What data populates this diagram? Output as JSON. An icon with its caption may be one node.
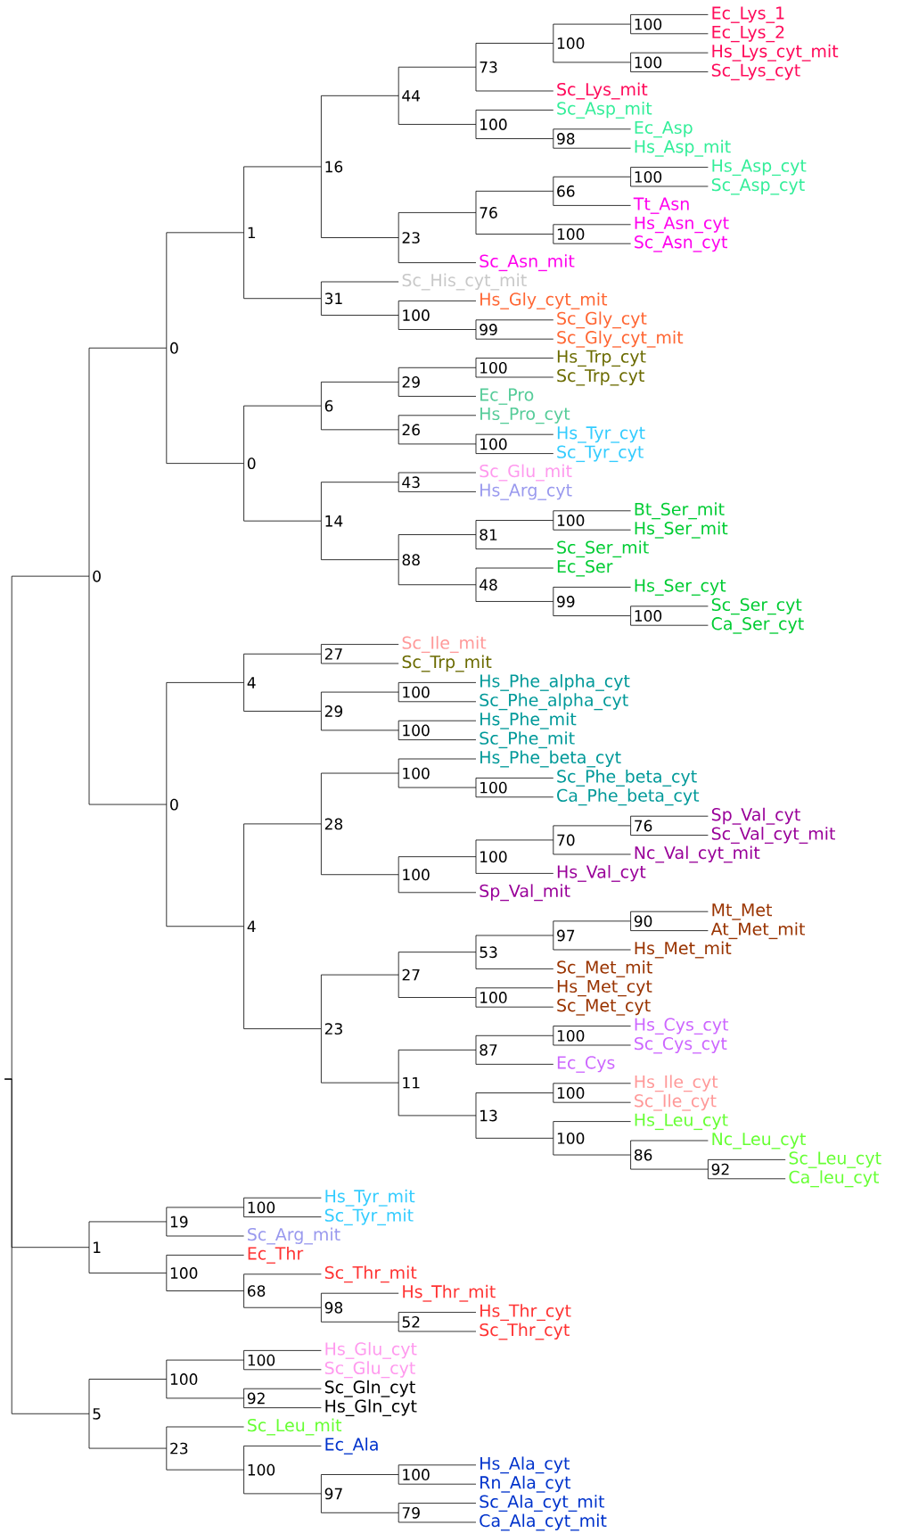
{
  "diagram": {
    "nodes": [
      {
        "text": [
          "0"
        ]
      },
      {
        "text": [
          "0"
        ]
      },
      {
        "text": [
          "1"
        ]
      },
      {
        "text": [
          "16"
        ]
      },
      {
        "text": [
          "44"
        ]
      },
      {
        "text": [
          "73"
        ]
      },
      {
        "text": [
          "100"
        ]
      },
      {
        "text": [
          "100"
        ]
      },
      {
        "text": [
          "Ec_Lys_1"
        ]
      },
      {
        "text": [
          "Ec_Lys_2"
        ]
      },
      {
        "text": [
          "100"
        ]
      },
      {
        "text": [
          "Hs_Lys_cyt_mit"
        ]
      },
      {
        "text": [
          "Sc_Lys_cyt"
        ]
      },
      {
        "text": [
          "Sc_Lys_mit"
        ]
      },
      {
        "text": [
          "100"
        ]
      },
      {
        "text": [
          "Sc_Asp_mit"
        ]
      },
      {
        "text": [
          "98"
        ]
      },
      {
        "text": [
          "Ec_Asp"
        ]
      },
      {
        "text": [
          "Hs_Asp_mit"
        ]
      },
      {
        "text": [
          "23"
        ]
      },
      {
        "text": [
          "76"
        ]
      },
      {
        "text": [
          "66"
        ]
      },
      {
        "text": [
          "100"
        ]
      },
      {
        "text": [
          "Hs_Asp_cyt"
        ]
      },
      {
        "text": [
          "Sc_Asp_cyt"
        ]
      },
      {
        "text": [
          "Tt_Asn"
        ]
      },
      {
        "text": [
          "100"
        ]
      },
      {
        "text": [
          "Hs_Asn_cyt"
        ]
      },
      {
        "text": [
          "Sc_Asn_cyt"
        ]
      },
      {
        "text": [
          "Sc_Asn_mit"
        ]
      },
      {
        "text": [
          "31"
        ]
      },
      {
        "text": [
          "Sc_His_cyt_mit"
        ]
      },
      {
        "text": [
          "100"
        ]
      },
      {
        "text": [
          "Hs_Gly_cyt_mit"
        ]
      },
      {
        "text": [
          "99"
        ]
      },
      {
        "text": [
          "Sc_Gly_cyt"
        ]
      },
      {
        "text": [
          "Sc_Gly_cyt_mit"
        ]
      },
      {
        "text": [
          "0"
        ]
      },
      {
        "text": [
          "6"
        ]
      },
      {
        "text": [
          "29"
        ]
      },
      {
        "text": [
          "100"
        ]
      },
      {
        "text": [
          "Hs_Trp_cyt"
        ]
      },
      {
        "text": [
          "Sc_Trp_cyt"
        ]
      },
      {
        "text": [
          "Ec_Pro"
        ]
      },
      {
        "text": [
          "26"
        ]
      },
      {
        "text": [
          "Hs_Pro_cyt"
        ]
      },
      {
        "text": [
          "100"
        ]
      },
      {
        "text": [
          "Hs_Tyr_cyt"
        ]
      },
      {
        "text": [
          "Sc_Tyr_cyt"
        ]
      },
      {
        "text": [
          "14"
        ]
      },
      {
        "text": [
          "43"
        ]
      },
      {
        "text": [
          "Sc_Glu_mit"
        ]
      },
      {
        "text": [
          "Hs_Arg_cyt"
        ]
      },
      {
        "text": [
          "88"
        ]
      },
      {
        "text": [
          "81"
        ]
      },
      {
        "text": [
          "100"
        ]
      },
      {
        "text": [
          "Bt_Ser_mit"
        ]
      },
      {
        "text": [
          "Hs_Ser_mit"
        ]
      },
      {
        "text": [
          "Sc_Ser_mit"
        ]
      },
      {
        "text": [
          "48"
        ]
      },
      {
        "text": [
          "Ec_Ser"
        ]
      },
      {
        "text": [
          "99"
        ]
      },
      {
        "text": [
          "Hs_Ser_cyt"
        ]
      },
      {
        "text": [
          "100"
        ]
      },
      {
        "text": [
          "Sc_Ser_cyt"
        ]
      },
      {
        "text": [
          "Ca_Ser_cyt"
        ]
      },
      {
        "text": [
          "0"
        ]
      },
      {
        "text": [
          "4"
        ]
      },
      {
        "text": [
          "27"
        ]
      },
      {
        "text": [
          "Sc_Ile_mit"
        ]
      },
      {
        "text": [
          "Sc_Trp_mit"
        ]
      },
      {
        "text": [
          "29"
        ]
      },
      {
        "text": [
          "100"
        ]
      },
      {
        "text": [
          "Hs_Phe_alpha_cyt"
        ]
      },
      {
        "text": [
          "Sc_Phe_alpha_cyt"
        ]
      },
      {
        "text": [
          "100"
        ]
      },
      {
        "text": [
          "Hs_Phe_mit"
        ]
      },
      {
        "text": [
          "Sc_Phe_mit"
        ]
      },
      {
        "text": [
          "4"
        ]
      },
      {
        "text": [
          "28"
        ]
      },
      {
        "text": [
          "100"
        ]
      },
      {
        "text": [
          "Hs_Phe_beta_cyt"
        ]
      },
      {
        "text": [
          "100"
        ]
      },
      {
        "text": [
          "Sc_Phe_beta_cyt"
        ]
      },
      {
        "text": [
          "Ca_Phe_beta_cyt"
        ]
      },
      {
        "text": [
          "100"
        ]
      },
      {
        "text": [
          "100"
        ]
      },
      {
        "text": [
          "70"
        ]
      },
      {
        "text": [
          "76"
        ]
      },
      {
        "text": [
          "Sp_Val_cyt"
        ]
      },
      {
        "text": [
          "Sc_Val_cyt_mit"
        ]
      },
      {
        "text": [
          "Nc_Val_cyt_mit"
        ]
      },
      {
        "text": [
          "Hs_Val_cyt"
        ]
      },
      {
        "text": [
          "Sp_Val_mit"
        ]
      },
      {
        "text": [
          "23"
        ]
      },
      {
        "text": [
          "27"
        ]
      },
      {
        "text": [
          "53"
        ]
      },
      {
        "text": [
          "97"
        ]
      },
      {
        "text": [
          "90"
        ]
      },
      {
        "text": [
          "Mt_Met"
        ]
      },
      {
        "text": [
          "At_Met_mit"
        ]
      },
      {
        "text": [
          "Hs_Met_mit"
        ]
      },
      {
        "text": [
          "Sc_Met_mit"
        ]
      },
      {
        "text": [
          "100"
        ]
      },
      {
        "text": [
          "Hs_Met_cyt"
        ]
      },
      {
        "text": [
          "Sc_Met_cyt"
        ]
      },
      {
        "text": [
          "11"
        ]
      },
      {
        "text": [
          "87"
        ]
      },
      {
        "text": [
          "100"
        ]
      },
      {
        "text": [
          "Hs_Cys_cyt"
        ]
      },
      {
        "text": [
          "Sc_Cys_cyt"
        ]
      },
      {
        "text": [
          "Ec_Cys"
        ]
      },
      {
        "text": [
          "13"
        ]
      },
      {
        "text": [
          "100"
        ]
      },
      {
        "text": [
          "Hs_Ile_cyt"
        ]
      },
      {
        "text": [
          "Sc_Ile_cyt"
        ]
      },
      {
        "text": [
          "100"
        ]
      },
      {
        "text": [
          "Hs_Leu_cyt"
        ]
      },
      {
        "text": [
          "86"
        ]
      },
      {
        "text": [
          "Nc_Leu_cyt"
        ]
      },
      {
        "text": [
          "92"
        ]
      },
      {
        "text": [
          "Sc_Leu_cyt"
        ]
      },
      {
        "text": [
          "Ca_leu_cyt"
        ]
      },
      {
        "text": [
          "1"
        ]
      },
      {
        "text": [
          "19"
        ]
      },
      {
        "text": [
          "100"
        ]
      },
      {
        "text": [
          "Hs_Tyr_mit"
        ]
      },
      {
        "text": [
          "Sc_Tyr_mit"
        ]
      },
      {
        "text": [
          "Sc_Arg_mit"
        ]
      },
      {
        "text": [
          "100"
        ]
      },
      {
        "text": [
          "Ec_Thr"
        ]
      },
      {
        "text": [
          "68"
        ]
      },
      {
        "text": [
          "Sc_Thr_mit"
        ]
      },
      {
        "text": [
          "98"
        ]
      },
      {
        "text": [
          "Hs_Thr_mit"
        ]
      },
      {
        "text": [
          "52"
        ]
      },
      {
        "text": [
          "Hs_Thr_cyt"
        ]
      },
      {
        "text": [
          "Sc_Thr_cyt"
        ]
      },
      {
        "text": [
          "5"
        ]
      },
      {
        "text": [
          "100"
        ]
      },
      {
        "text": [
          "100"
        ]
      },
      {
        "text": [
          "Hs_Glu_cyt"
        ]
      },
      {
        "text": [
          "Sc_Glu_cyt"
        ]
      },
      {
        "text": [
          "92"
        ]
      },
      {
        "text": [
          "Sc_Gln_cyt"
        ]
      },
      {
        "text": [
          "Hs_Gln_cyt"
        ]
      },
      {
        "text": [
          "23"
        ]
      },
      {
        "text": [
          "Sc_Leu_mit"
        ]
      },
      {
        "text": [
          "100"
        ]
      },
      {
        "text": [
          "Ec_Ala"
        ]
      },
      {
        "text": [
          "97"
        ]
      },
      {
        "text": [
          "100"
        ]
      },
      {
        "text": [
          "Hs_Ala_cyt"
        ]
      },
      {
        "text": [
          "Rn_Ala_cyt"
        ]
      },
      {
        "text": [
          "79"
        ]
      },
      {
        "text": [
          "Sc_Ala_cyt_mit"
        ]
      },
      {
        "text": [
          "Ca_Ala_cyt_mit"
        ]
      }
    ],
    "edges": [
      {
        "from": null,
        "to": 0,
        "arrow": "none"
      },
      {
        "from": null,
        "to": 123,
        "arrow": "none"
      },
      {
        "from": null,
        "to": 138,
        "arrow": "none"
      },
      {
        "from": 0,
        "to": 1,
        "arrow": "none"
      },
      {
        "from": 0,
        "to": 66,
        "arrow": "none"
      },
      {
        "from": 1,
        "to": 2,
        "arrow": "none"
      },
      {
        "from": 1,
        "to": 37,
        "arrow": "none"
      },
      {
        "from": 2,
        "to": 3,
        "arrow": "none"
      },
      {
        "from": 2,
        "to": 30,
        "arrow": "none"
      },
      {
        "from": 3,
        "to": 4,
        "arrow": "none"
      },
      {
        "from": 3,
        "to": 19,
        "arrow": "none"
      },
      {
        "from": 4,
        "to": 5,
        "arrow": "none"
      },
      {
        "from": 4,
        "to": 14,
        "arrow": "none"
      },
      {
        "from": 5,
        "to": 6,
        "arrow": "none"
      },
      {
        "from": 5,
        "to": 13,
        "arrow": "none"
      },
      {
        "from": 6,
        "to": 7,
        "arrow": "none"
      },
      {
        "from": 6,
        "to": 10,
        "arrow": "none"
      },
      {
        "from": 7,
        "to": 8,
        "arrow": "none"
      },
      {
        "from": 7,
        "to": 9,
        "arrow": "none"
      },
      {
        "from": 10,
        "to": 11,
        "arrow": "none"
      },
      {
        "from": 10,
        "to": 12,
        "arrow": "none"
      },
      {
        "from": 14,
        "to": 15,
        "arrow": "none"
      },
      {
        "from": 14,
        "to": 16,
        "arrow": "none"
      },
      {
        "from": 16,
        "to": 17,
        "arrow": "none"
      },
      {
        "from": 16,
        "to": 18,
        "arrow": "none"
      },
      {
        "from": 19,
        "to": 20,
        "arrow": "none"
      },
      {
        "from": 19,
        "to": 29,
        "arrow": "none"
      },
      {
        "from": 20,
        "to": 21,
        "arrow": "none"
      },
      {
        "from": 20,
        "to": 26,
        "arrow": "none"
      },
      {
        "from": 21,
        "to": 22,
        "arrow": "none"
      },
      {
        "from": 21,
        "to": 25,
        "arrow": "none"
      },
      {
        "from": 22,
        "to": 23,
        "arrow": "none"
      },
      {
        "from": 22,
        "to": 24,
        "arrow": "none"
      },
      {
        "from": 26,
        "to": 27,
        "arrow": "none"
      },
      {
        "from": 26,
        "to": 28,
        "arrow": "none"
      },
      {
        "from": 30,
        "to": 31,
        "arrow": "none"
      },
      {
        "from": 30,
        "to": 32,
        "arrow": "none"
      },
      {
        "from": 32,
        "to": 33,
        "arrow": "none"
      },
      {
        "from": 32,
        "to": 34,
        "arrow": "none"
      },
      {
        "from": 34,
        "to": 35,
        "arrow": "none"
      },
      {
        "from": 34,
        "to": 36,
        "arrow": "none"
      },
      {
        "from": 37,
        "to": 38,
        "arrow": "none"
      },
      {
        "from": 37,
        "to": 49,
        "arrow": "none"
      },
      {
        "from": 38,
        "to": 39,
        "arrow": "none"
      },
      {
        "from": 38,
        "to": 44,
        "arrow": "none"
      },
      {
        "from": 39,
        "to": 40,
        "arrow": "none"
      },
      {
        "from": 39,
        "to": 43,
        "arrow": "none"
      },
      {
        "from": 40,
        "to": 41,
        "arrow": "none"
      },
      {
        "from": 40,
        "to": 42,
        "arrow": "none"
      },
      {
        "from": 44,
        "to": 45,
        "arrow": "none"
      },
      {
        "from": 44,
        "to": 46,
        "arrow": "none"
      },
      {
        "from": 46,
        "to": 47,
        "arrow": "none"
      },
      {
        "from": 46,
        "to": 48,
        "arrow": "none"
      },
      {
        "from": 49,
        "to": 50,
        "arrow": "none"
      },
      {
        "from": 49,
        "to": 53,
        "arrow": "none"
      },
      {
        "from": 50,
        "to": 51,
        "arrow": "none"
      },
      {
        "from": 50,
        "to": 52,
        "arrow": "none"
      },
      {
        "from": 53,
        "to": 54,
        "arrow": "none"
      },
      {
        "from": 53,
        "to": 59,
        "arrow": "none"
      },
      {
        "from": 54,
        "to": 55,
        "arrow": "none"
      },
      {
        "from": 54,
        "to": 58,
        "arrow": "none"
      },
      {
        "from": 55,
        "to": 56,
        "arrow": "none"
      },
      {
        "from": 55,
        "to": 57,
        "arrow": "none"
      },
      {
        "from": 59,
        "to": 60,
        "arrow": "none"
      },
      {
        "from": 59,
        "to": 61,
        "arrow": "none"
      },
      {
        "from": 61,
        "to": 62,
        "arrow": "none"
      },
      {
        "from": 61,
        "to": 63,
        "arrow": "none"
      },
      {
        "from": 63,
        "to": 64,
        "arrow": "none"
      },
      {
        "from": 63,
        "to": 65,
        "arrow": "none"
      },
      {
        "from": 66,
        "to": 67,
        "arrow": "none"
      },
      {
        "from": 66,
        "to": 78,
        "arrow": "none"
      },
      {
        "from": 67,
        "to": 68,
        "arrow": "none"
      },
      {
        "from": 67,
        "to": 71,
        "arrow": "none"
      },
      {
        "from": 68,
        "to": 69,
        "arrow": "none"
      },
      {
        "from": 68,
        "to": 70,
        "arrow": "none"
      },
      {
        "from": 71,
        "to": 72,
        "arrow": "none"
      },
      {
        "from": 71,
        "to": 75,
        "arrow": "none"
      },
      {
        "from": 72,
        "to": 73,
        "arrow": "none"
      },
      {
        "from": 72,
        "to": 74,
        "arrow": "none"
      },
      {
        "from": 75,
        "to": 76,
        "arrow": "none"
      },
      {
        "from": 75,
        "to": 77,
        "arrow": "none"
      },
      {
        "from": 78,
        "to": 79,
        "arrow": "none"
      },
      {
        "from": 78,
        "to": 94,
        "arrow": "none"
      },
      {
        "from": 79,
        "to": 80,
        "arrow": "none"
      },
      {
        "from": 79,
        "to": 85,
        "arrow": "none"
      },
      {
        "from": 80,
        "to": 81,
        "arrow": "none"
      },
      {
        "from": 80,
        "to": 82,
        "arrow": "none"
      },
      {
        "from": 82,
        "to": 83,
        "arrow": "none"
      },
      {
        "from": 82,
        "to": 84,
        "arrow": "none"
      },
      {
        "from": 85,
        "to": 86,
        "arrow": "none"
      },
      {
        "from": 85,
        "to": 93,
        "arrow": "none"
      },
      {
        "from": 86,
        "to": 87,
        "arrow": "none"
      },
      {
        "from": 86,
        "to": 92,
        "arrow": "none"
      },
      {
        "from": 87,
        "to": 88,
        "arrow": "none"
      },
      {
        "from": 87,
        "to": 91,
        "arrow": "none"
      },
      {
        "from": 88,
        "to": 89,
        "arrow": "none"
      },
      {
        "from": 88,
        "to": 90,
        "arrow": "none"
      },
      {
        "from": 94,
        "to": 95,
        "arrow": "none"
      },
      {
        "from": 94,
        "to": 106,
        "arrow": "none"
      },
      {
        "from": 95,
        "to": 96,
        "arrow": "none"
      },
      {
        "from": 95,
        "to": 103,
        "arrow": "none"
      },
      {
        "from": 96,
        "to": 97,
        "arrow": "none"
      },
      {
        "from": 96,
        "to": 102,
        "arrow": "none"
      },
      {
        "from": 97,
        "to": 98,
        "arrow": "none"
      },
      {
        "from": 97,
        "to": 101,
        "arrow": "none"
      },
      {
        "from": 98,
        "to": 99,
        "arrow": "none"
      },
      {
        "from": 98,
        "to": 100,
        "arrow": "none"
      },
      {
        "from": 103,
        "to": 104,
        "arrow": "none"
      },
      {
        "from": 103,
        "to": 105,
        "arrow": "none"
      },
      {
        "from": 106,
        "to": 107,
        "arrow": "none"
      },
      {
        "from": 106,
        "to": 112,
        "arrow": "none"
      },
      {
        "from": 107,
        "to": 108,
        "arrow": "none"
      },
      {
        "from": 107,
        "to": 111,
        "arrow": "none"
      },
      {
        "from": 108,
        "to": 109,
        "arrow": "none"
      },
      {
        "from": 108,
        "to": 110,
        "arrow": "none"
      },
      {
        "from": 112,
        "to": 113,
        "arrow": "none"
      },
      {
        "from": 112,
        "to": 116,
        "arrow": "none"
      },
      {
        "from": 113,
        "to": 114,
        "arrow": "none"
      },
      {
        "from": 113,
        "to": 115,
        "arrow": "none"
      },
      {
        "from": 116,
        "to": 117,
        "arrow": "none"
      },
      {
        "from": 116,
        "to": 118,
        "arrow": "none"
      },
      {
        "from": 118,
        "to": 119,
        "arrow": "none"
      },
      {
        "from": 118,
        "to": 120,
        "arrow": "none"
      },
      {
        "from": 120,
        "to": 121,
        "arrow": "none"
      },
      {
        "from": 120,
        "to": 122,
        "arrow": "none"
      },
      {
        "from": 123,
        "to": 124,
        "arrow": "none"
      },
      {
        "from": 123,
        "to": 129,
        "arrow": "none"
      },
      {
        "from": 124,
        "to": 125,
        "arrow": "none"
      },
      {
        "from": 124,
        "to": 128,
        "arrow": "none"
      },
      {
        "from": 125,
        "to": 126,
        "arrow": "none"
      },
      {
        "from": 125,
        "to": 127,
        "arrow": "none"
      },
      {
        "from": 129,
        "to": 130,
        "arrow": "none"
      },
      {
        "from": 129,
        "to": 131,
        "arrow": "none"
      },
      {
        "from": 131,
        "to": 132,
        "arrow": "none"
      },
      {
        "from": 131,
        "to": 133,
        "arrow": "none"
      },
      {
        "from": 133,
        "to": 134,
        "arrow": "none"
      },
      {
        "from": 133,
        "to": 135,
        "arrow": "none"
      },
      {
        "from": 135,
        "to": 136,
        "arrow": "none"
      },
      {
        "from": 135,
        "to": 137,
        "arrow": "none"
      },
      {
        "from": 138,
        "to": 139,
        "arrow": "none"
      },
      {
        "from": 138,
        "to": 146,
        "arrow": "none"
      },
      {
        "from": 139,
        "to": 140,
        "arrow": "none"
      },
      {
        "from": 139,
        "to": 143,
        "arrow": "none"
      },
      {
        "from": 140,
        "to": 141,
        "arrow": "none"
      },
      {
        "from": 140,
        "to": 142,
        "arrow": "none"
      },
      {
        "from": 143,
        "to": 144,
        "arrow": "none"
      },
      {
        "from": 143,
        "to": 145,
        "arrow": "none"
      },
      {
        "from": 146,
        "to": 147,
        "arrow": "none"
      },
      {
        "from": 146,
        "to": 148,
        "arrow": "none"
      },
      {
        "from": 148,
        "to": 149,
        "arrow": "none"
      },
      {
        "from": 148,
        "to": 150,
        "arrow": "none"
      },
      {
        "from": 150,
        "to": 151,
        "arrow": "none"
      },
      {
        "from": 150,
        "to": 154,
        "arrow": "none"
      },
      {
        "from": 151,
        "to": 152,
        "arrow": "none"
      },
      {
        "from": 151,
        "to": 153,
        "arrow": "none"
      },
      {
        "from": 154,
        "to": 155,
        "arrow": "none"
      },
      {
        "from": 154,
        "to": 156,
        "arrow": "none"
      }
    ]
  }
}
